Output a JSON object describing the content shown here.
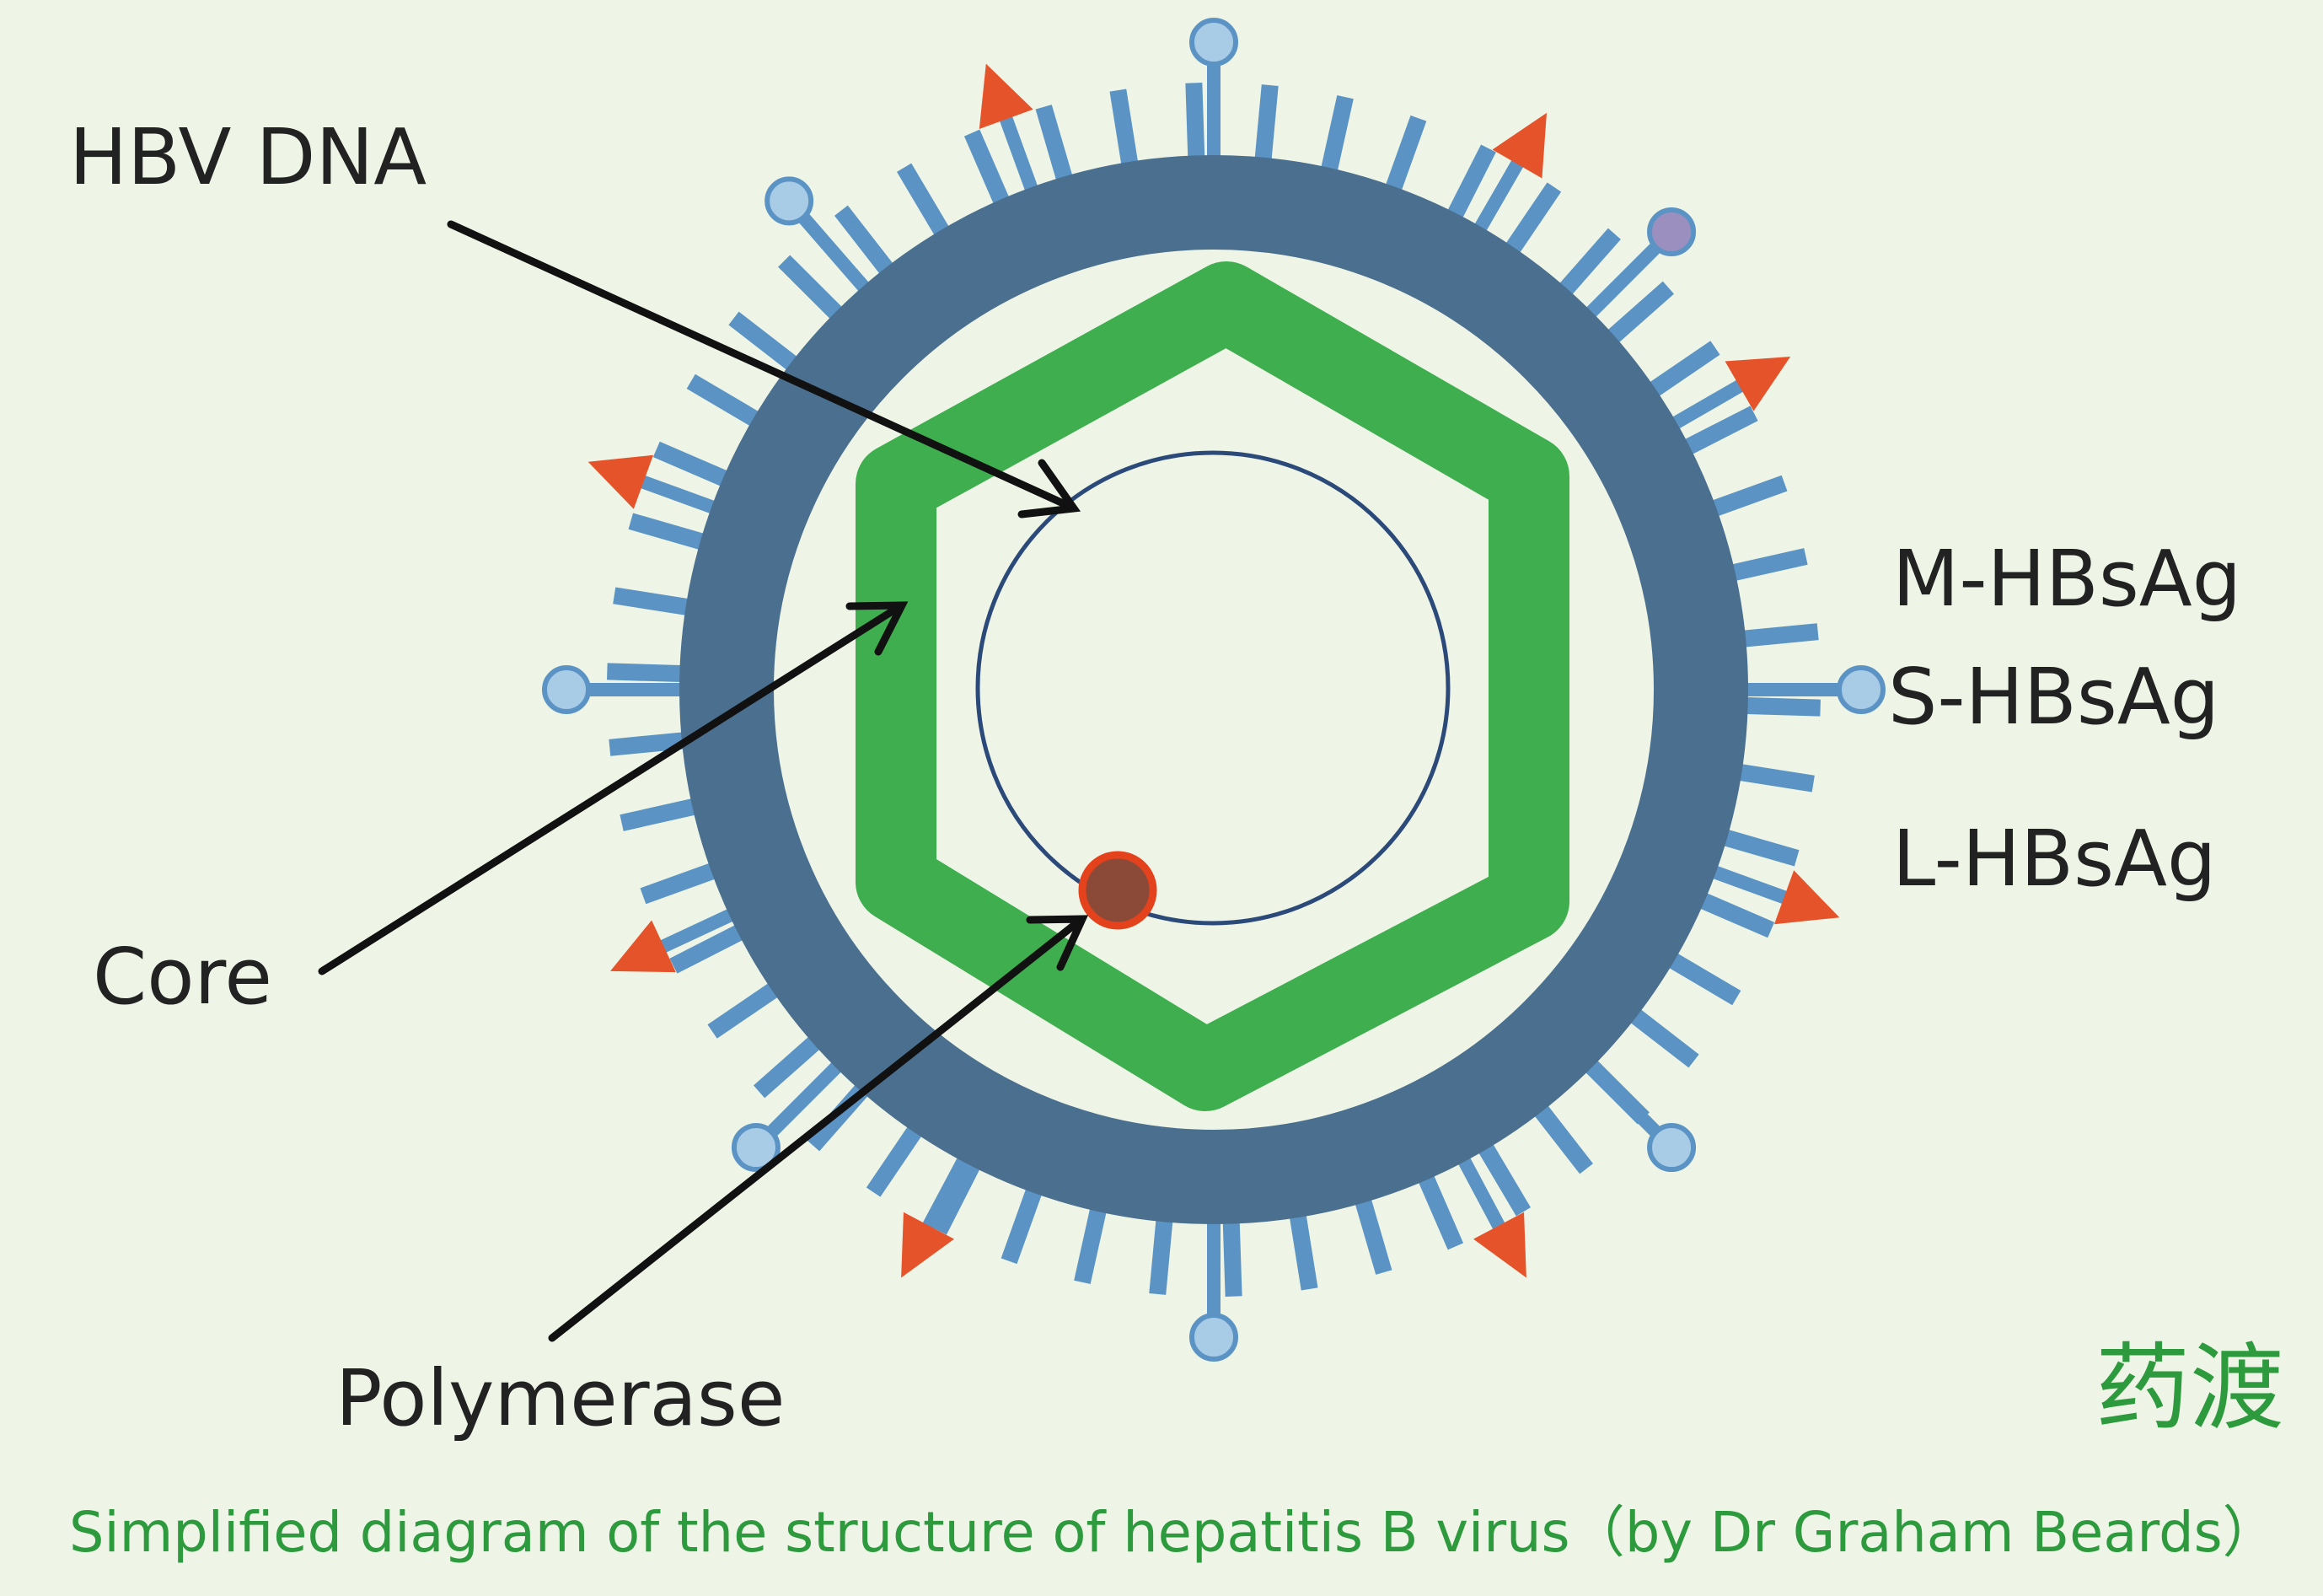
{
  "labels": {
    "hbv_dna": "HBV DNA",
    "core": "Core",
    "polymerase": "Polymerase",
    "m_hbsag": "M-HBsAg",
    "s_hbsag": "S-HBsAg",
    "l_hbsag": "L-HBsAg"
  },
  "watermark": "药渡",
  "caption": "Simplified diagram of the structure of hepatitis B virus（by Dr Graham Beards）",
  "colors": {
    "background": "#eef5e6",
    "envelope": "#4b6f8f",
    "spike": "#5b94c4",
    "core_capsid": "#3fae4f",
    "dna": "#2b4a7a",
    "polymerase_fill": "#8b4a38",
    "polymerase_ring": "#e3421c",
    "l_protein_arrow": "#e5532a",
    "m_protein_bulb": "#a8cbe6",
    "m_protein_bulb_purple": "#9b8fc0",
    "pointer": "#111111",
    "label": "#222222",
    "caption": "#2e9a3e"
  }
}
